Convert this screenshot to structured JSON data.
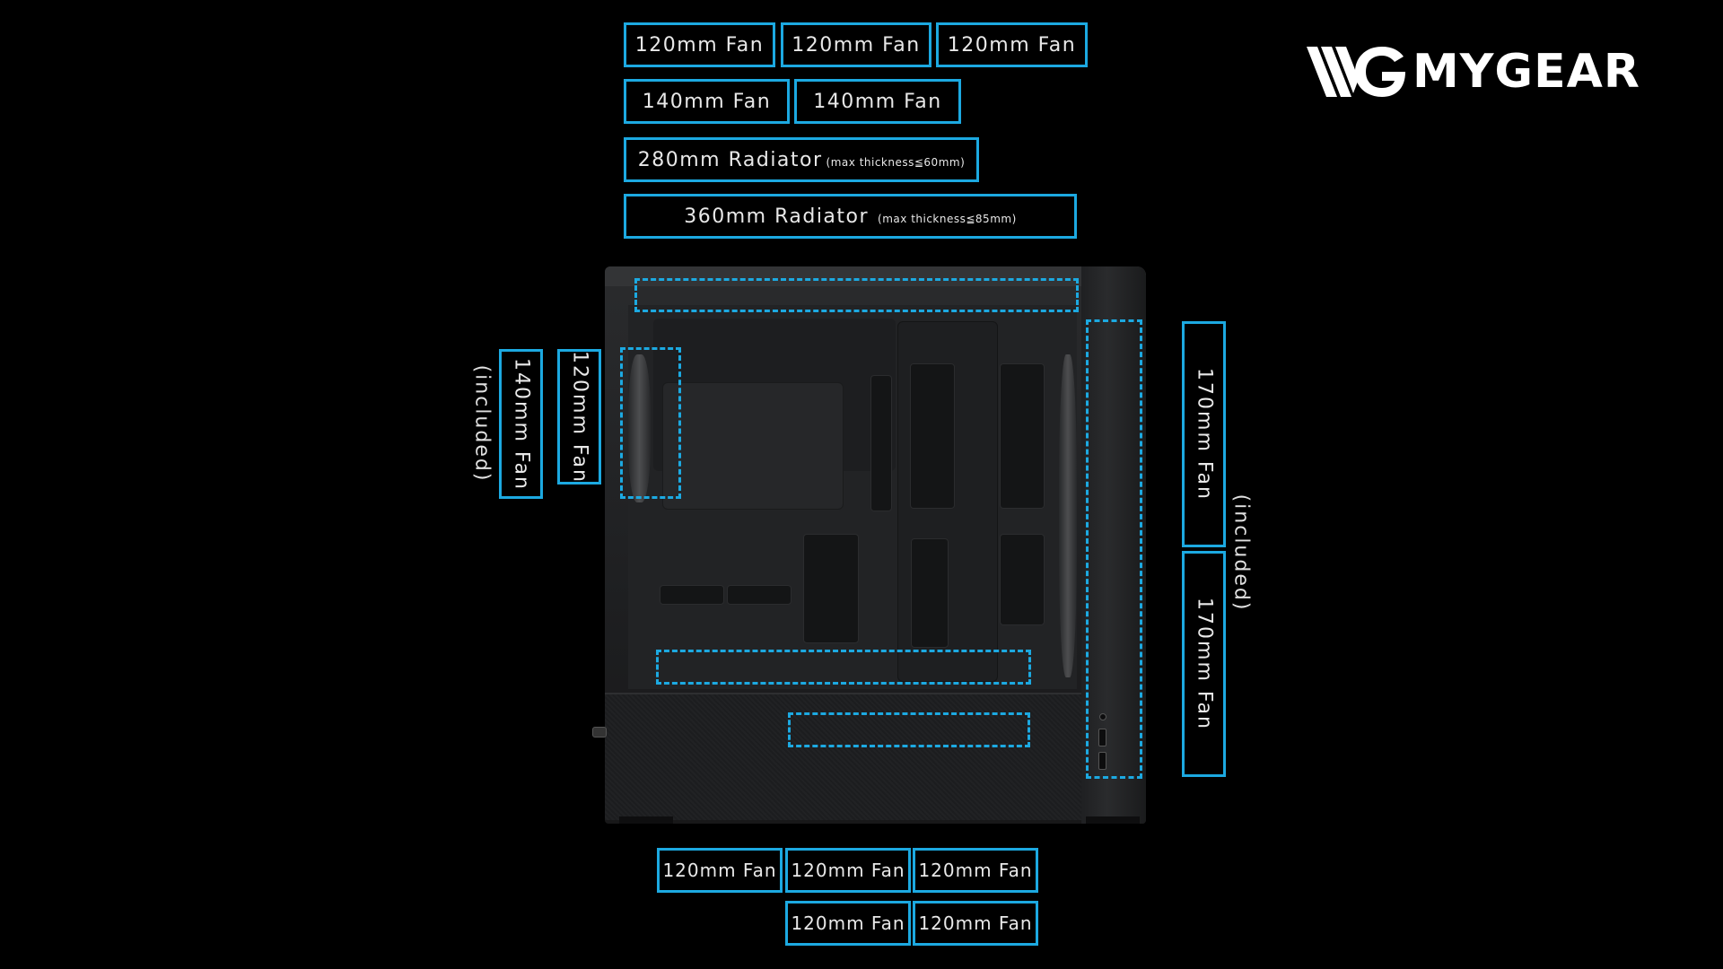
{
  "brand": {
    "logo_text": "MYGEAR",
    "logo_icon": "mygear-wg-logo-icon"
  },
  "colors": {
    "background": "#000000",
    "accent": "#1ca9e1",
    "text": "#e8e8e8",
    "case": "#222325"
  },
  "top_mount": {
    "row1": [
      "120mm Fan",
      "120mm Fan",
      "120mm Fan"
    ],
    "row2": [
      "140mm Fan",
      "140mm Fan"
    ],
    "radiator_280": {
      "label": "280mm Radiator",
      "note": "(max thickness≦60mm)"
    },
    "radiator_360": {
      "label": "360mm Radiator",
      "note": "(max thickness≦85mm)"
    }
  },
  "rear_mount": {
    "fan_140": "140mm Fan",
    "fan_120": "120mm Fan",
    "included_note": "(included)"
  },
  "front_mount": {
    "fans": [
      "170mm Fan",
      "170mm Fan"
    ],
    "included_note": "(included)"
  },
  "bottom_mount": {
    "row1": [
      "120mm Fan",
      "120mm Fan",
      "120mm Fan"
    ],
    "row2": [
      "120mm Fan",
      "120mm Fan"
    ]
  }
}
